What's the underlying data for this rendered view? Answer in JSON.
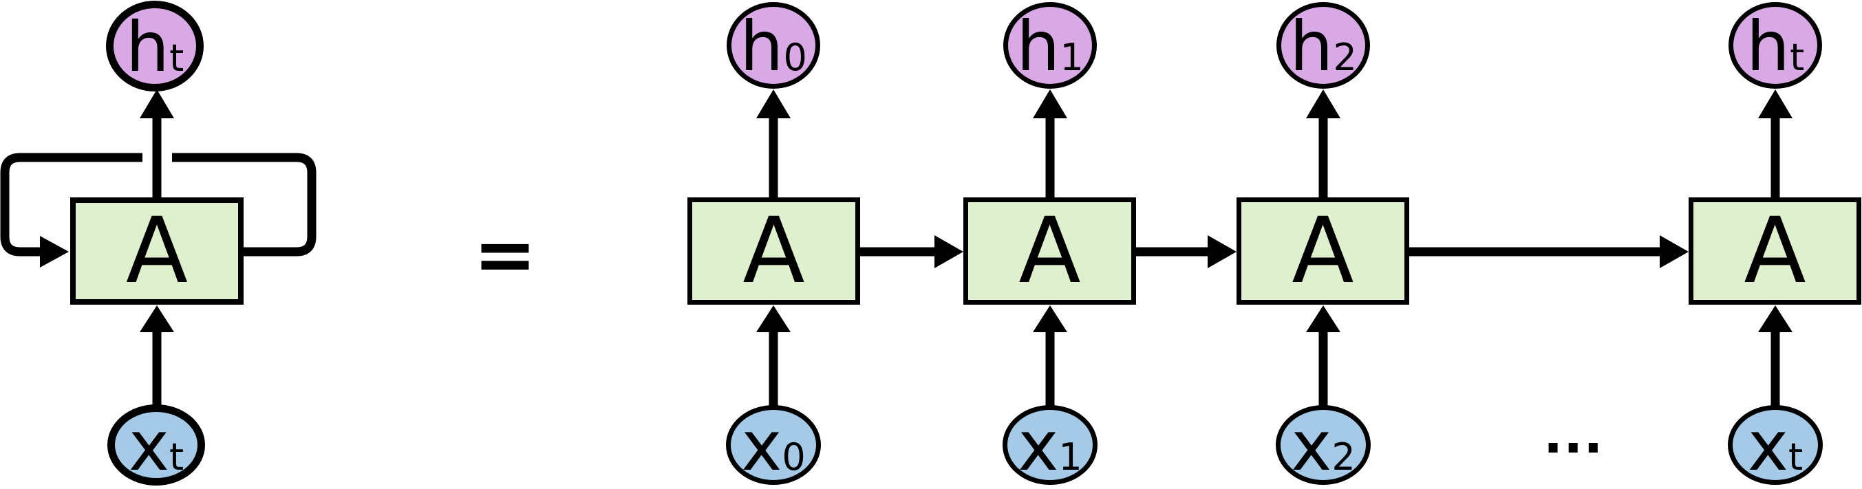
{
  "figure": {
    "description_label": "recurrent-network-unrolled-diagram",
    "equals": "=",
    "ellipsis": "...",
    "colors": {
      "hidden_state_fill": "#d9a9e6",
      "input_fill": "#a5cae8",
      "cell_fill": "#dff0cf",
      "stroke": "#000000"
    },
    "rolled": {
      "cell_label": "A",
      "hidden": {
        "base": "h",
        "sub": "t"
      },
      "input": {
        "base": "x",
        "sub": "t"
      }
    },
    "unrolled": {
      "cells": [
        {
          "cell_label": "A",
          "hidden": {
            "base": "h",
            "sub": "0"
          },
          "input": {
            "base": "x",
            "sub": "0"
          }
        },
        {
          "cell_label": "A",
          "hidden": {
            "base": "h",
            "sub": "1"
          },
          "input": {
            "base": "x",
            "sub": "1"
          }
        },
        {
          "cell_label": "A",
          "hidden": {
            "base": "h",
            "sub": "2"
          },
          "input": {
            "base": "x",
            "sub": "2"
          }
        },
        {
          "cell_label": "A",
          "hidden": {
            "base": "h",
            "sub": "t"
          },
          "input": {
            "base": "x",
            "sub": "t"
          }
        }
      ]
    }
  }
}
